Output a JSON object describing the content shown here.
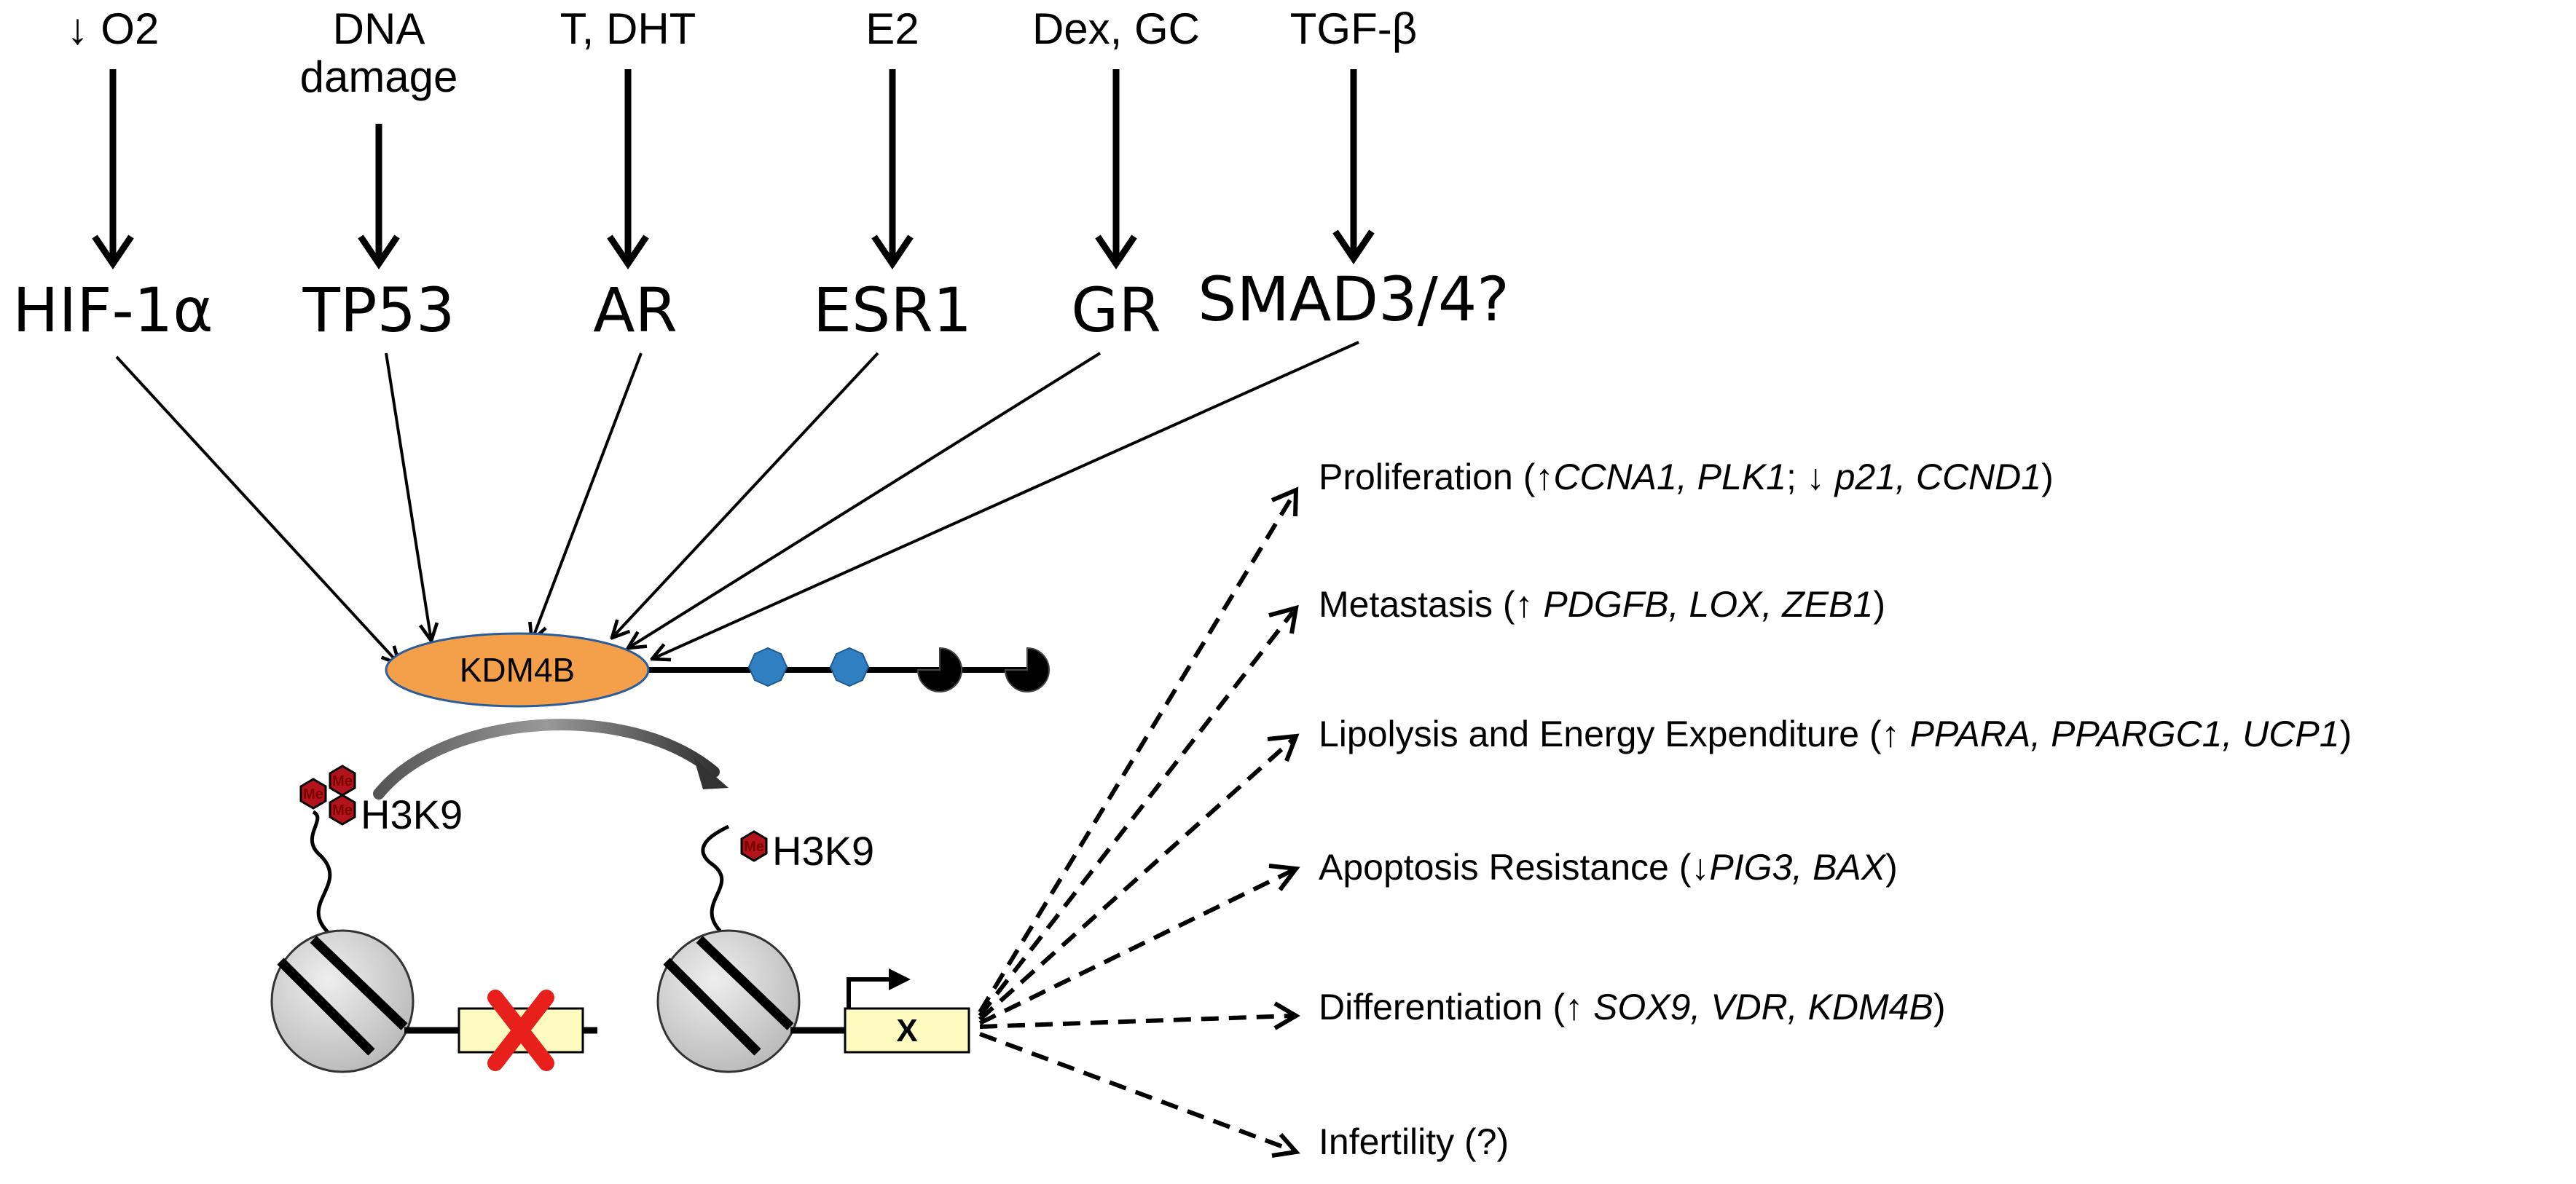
{
  "stimuli": [
    {
      "id": "o2",
      "lines": [
        "↓ O2"
      ]
    },
    {
      "id": "dna",
      "lines": [
        "DNA",
        "damage"
      ]
    },
    {
      "id": "t",
      "lines": [
        "T, DHT"
      ]
    },
    {
      "id": "e2",
      "lines": [
        "E2"
      ]
    },
    {
      "id": "dex",
      "lines": [
        "Dex, GC"
      ]
    },
    {
      "id": "tgf",
      "lines": [
        "TGF-β"
      ]
    }
  ],
  "factors": [
    "HIF-1α",
    "TP53",
    "AR",
    "ESR1",
    "GR",
    "SMAD3/4?"
  ],
  "enzyme": "KDM4B",
  "histone_mark": "H3K9",
  "methyl_label": "Me",
  "gene_label": "X",
  "outcomes": [
    {
      "id": "proliferation",
      "parts": [
        {
          "t": "Proliferation (↑"
        },
        {
          "t": "CCNA1, PLK1",
          "i": true
        },
        {
          "t": "; ↓ "
        },
        {
          "t": "p21, CCND1",
          "i": true
        },
        {
          "t": ")"
        }
      ]
    },
    {
      "id": "metastasis",
      "parts": [
        {
          "t": "Metastasis (↑ "
        },
        {
          "t": "PDGFB, LOX, ZEB1",
          "i": true
        },
        {
          "t": ")"
        }
      ]
    },
    {
      "id": "lipolysis",
      "parts": [
        {
          "t": "Lipolysis and Energy Expenditure (↑ "
        },
        {
          "t": "PPARA, PPARGC1, UCP1",
          "i": true
        },
        {
          "t": ")"
        }
      ]
    },
    {
      "id": "apoptosis",
      "parts": [
        {
          "t": "Apoptosis Resistance (↓"
        },
        {
          "t": "PIG3, BAX",
          "i": true
        },
        {
          "t": ")"
        }
      ]
    },
    {
      "id": "differentiation",
      "parts": [
        {
          "t": "Differentiation (↑ "
        },
        {
          "t": "SOX9, VDR, KDM4B",
          "i": true
        },
        {
          "t": ")"
        }
      ]
    },
    {
      "id": "infertility",
      "parts": [
        {
          "t": "Infertility (?)"
        }
      ]
    }
  ],
  "colors": {
    "kdm4b_fill": "#f4a04a",
    "domain_blue": "#2f7fc1",
    "methyl_red": "#b3141b",
    "gene_box": "#fdfbc0",
    "repress_x": "#e8201b",
    "nucleosome": "#d0d0d0"
  }
}
